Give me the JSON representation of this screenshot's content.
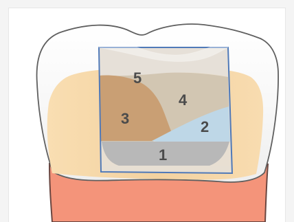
{
  "diagram": {
    "labels": {
      "layer_1": "1",
      "layer_2": "2",
      "layer_3": "3",
      "layer_4": "4",
      "layer_5": "5"
    },
    "colors": {
      "background": "#f4f4f4",
      "enamel": "#ffffff",
      "enamel_outline": "#5f5f5f",
      "dentin": "#f6d7a7",
      "gingiva": "#f4947a",
      "gingiva_outline": "#6a4640",
      "cavity_outline": "#4f79b8",
      "layer_1": "#b8b8b8",
      "layer_2": "#bed7e7",
      "layer_3": "#c99f74",
      "layer_4": "#d2c6b2",
      "layer_5": "#e6e0d8"
    }
  }
}
